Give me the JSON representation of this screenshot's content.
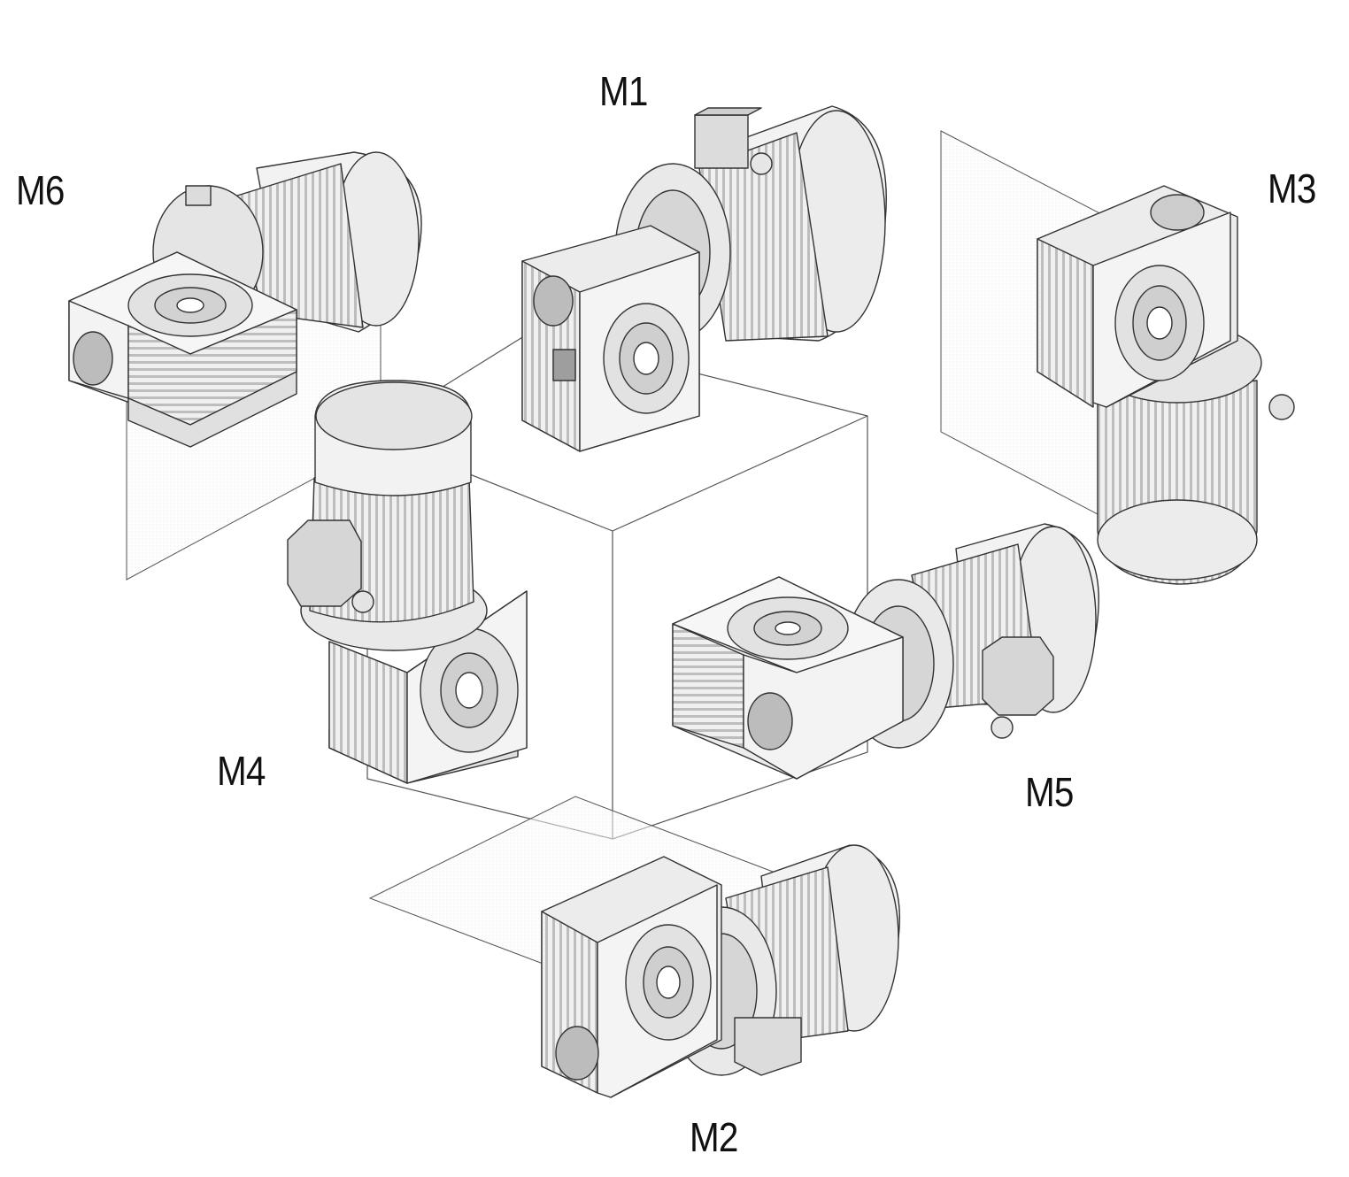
{
  "diagram": {
    "positions": [
      {
        "id": "M1",
        "label": "M1"
      },
      {
        "id": "M2",
        "label": "M2"
      },
      {
        "id": "M3",
        "label": "M3"
      },
      {
        "id": "M4",
        "label": "M4"
      },
      {
        "id": "M5",
        "label": "M5"
      },
      {
        "id": "M6",
        "label": "M6"
      }
    ]
  },
  "colors": {
    "line": "#333333",
    "body_light": "#f2f2f2",
    "body_mid": "#d9d9d9",
    "body_dark": "#a8a8a8",
    "plane_fill": "#f3f3f3"
  }
}
